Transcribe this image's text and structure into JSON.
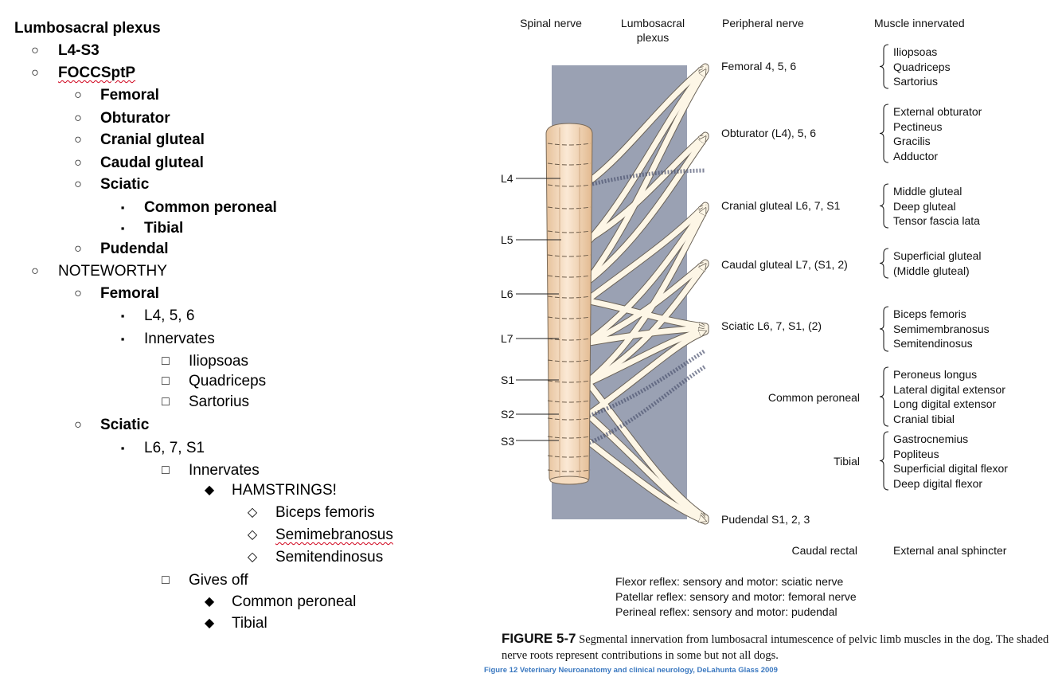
{
  "outline": {
    "title": "Lumbosacral plexus",
    "items": [
      {
        "bullet": "○",
        "level": 1,
        "text": "L4-S3",
        "bold": true
      },
      {
        "bullet": "○",
        "level": 1,
        "text": "FOCCSptP",
        "bold": true,
        "squiggle": true
      },
      {
        "bullet": "○",
        "level": 2,
        "text": "Femoral",
        "bold": true
      },
      {
        "bullet": "○",
        "level": 2,
        "text": "Obturator",
        "bold": true
      },
      {
        "bullet": "○",
        "level": 2,
        "text": "Cranial gluteal",
        "bold": true
      },
      {
        "bullet": "○",
        "level": 2,
        "text": "Caudal gluteal",
        "bold": true
      },
      {
        "bullet": "○",
        "level": 2,
        "text": "Sciatic",
        "bold": true
      },
      {
        "bullet": "▪",
        "level": 3,
        "text": "Common peroneal",
        "bold": true
      },
      {
        "bullet": "▪",
        "level": 3,
        "text": "Tibial",
        "bold": true
      },
      {
        "bullet": "○",
        "level": 2,
        "text": "Pudendal",
        "bold": true
      },
      {
        "bullet": "○",
        "level": 1,
        "text": "NOTEWORTHY",
        "bold": false
      },
      {
        "bullet": "○",
        "level": 2,
        "text": "Femoral",
        "bold": true
      },
      {
        "bullet": "▪",
        "level": 3,
        "text": "L4, 5, 6",
        "bold": false
      },
      {
        "bullet": "▪",
        "level": 3,
        "text": "Innervates",
        "bold": false
      },
      {
        "bullet": "□",
        "level": 4,
        "text": "Iliopsoas",
        "bold": false
      },
      {
        "bullet": "□",
        "level": 4,
        "text": "Quadriceps",
        "bold": false
      },
      {
        "bullet": "□",
        "level": 4,
        "text": "Sartorius",
        "bold": false
      },
      {
        "bullet": "○",
        "level": 2,
        "text": "Sciatic",
        "bold": true
      },
      {
        "bullet": "▪",
        "level": 3,
        "text": "L6, 7, S1",
        "bold": false
      },
      {
        "bullet": "□",
        "level": 4,
        "text": "Innervates",
        "bold": false
      },
      {
        "bullet": "◆",
        "level": 5,
        "text": "HAMSTRINGS!",
        "bold": false
      },
      {
        "bullet": "◇",
        "level": 6,
        "text": "Biceps femoris",
        "bold": false
      },
      {
        "bullet": "◇",
        "level": 6,
        "text": "Semimebranosus",
        "bold": false,
        "squiggle": true
      },
      {
        "bullet": "◇",
        "level": 6,
        "text": "Semitendinosus",
        "bold": false
      },
      {
        "bullet": "□",
        "level": 4,
        "text": "Gives off",
        "bold": false
      },
      {
        "bullet": "◆",
        "level": 5,
        "text": "Common peroneal",
        "bold": false
      },
      {
        "bullet": "◆",
        "level": 5,
        "text": "Tibial",
        "bold": false
      }
    ]
  },
  "figure": {
    "headers": {
      "spinal": "Spinal nerve",
      "plexus": "Lumbosacral\nplexus",
      "peripheral": "Peripheral nerve",
      "muscle": "Muscle innervated"
    },
    "segments": [
      "L4",
      "L5",
      "L6",
      "L7",
      "S1",
      "S2",
      "S3"
    ],
    "nerves": [
      "Femoral 4, 5, 6",
      "Obturator (L4), 5, 6",
      "Cranial gluteal L6, 7, S1",
      "Caudal gluteal L7, (S1, 2)",
      "Sciatic L6, 7, S1, (2)",
      "Common peroneal",
      "Tibial",
      "Pudendal S1, 2, 3",
      "Caudal rectal"
    ],
    "muscle_groups": [
      [
        "Iliopsoas",
        "Quadriceps",
        "Sartorius"
      ],
      [
        "External obturator",
        "Pectineus",
        "Gracilis",
        "Adductor"
      ],
      [
        "Middle gluteal",
        "Deep gluteal",
        "Tensor fascia lata"
      ],
      [
        "Superficial gluteal",
        "(Middle gluteal)"
      ],
      [
        "Biceps femoris",
        "Semimembranosus",
        "Semitendinosus"
      ],
      [
        "Peroneus longus",
        "Lateral digital extensor",
        "Long digital extensor",
        "Cranial tibial"
      ],
      [
        "Gastrocnemius",
        "Popliteus",
        "Superficial digital flexor",
        "Deep digital flexor"
      ]
    ],
    "caudal_rectal_muscle": "External anal sphincter",
    "reflexes": [
      "Flexor reflex: sensory and motor: sciatic nerve",
      "Patellar reflex: sensory and motor: femoral nerve",
      "Perineal reflex: sensory and motor: pudendal"
    ],
    "caption_label": "FIGURE 5-7",
    "caption_text": " Segmental innervation from lumbosacral intumescence of pelvic limb muscles in the dog. The shaded nerve roots represent contributions in some but not all dogs.",
    "credit": "Figure 12 Veterinary Neuroanatomy and clinical neurology, DeLahunta Glass 2009"
  },
  "colors": {
    "panel": "#9aa1b3",
    "cord": "#f5dcc0",
    "nerve": "#fdf6e6"
  }
}
